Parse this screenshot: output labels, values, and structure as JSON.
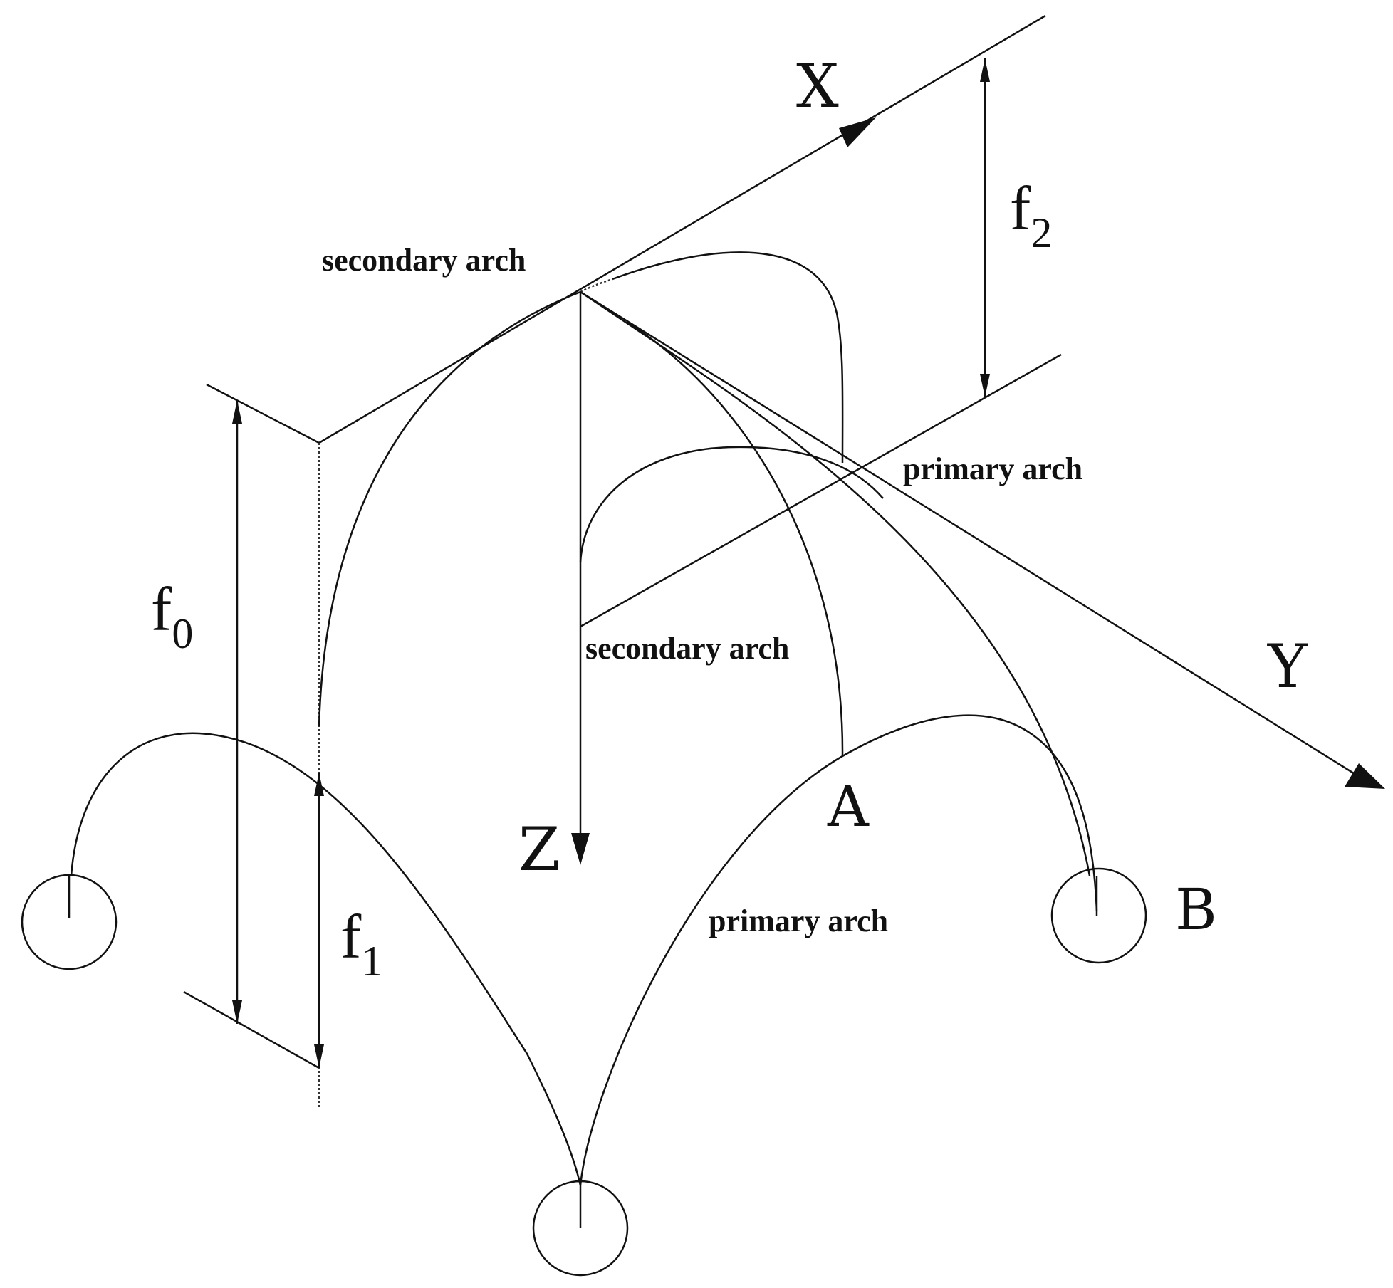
{
  "axes": {
    "x": "X",
    "y": "Y",
    "z": "Z"
  },
  "points": {
    "a": "A",
    "b": "B"
  },
  "labels": {
    "secondary_top": "secondary arch",
    "secondary_mid": "secondary arch",
    "primary_right": "primary arch",
    "primary_bottom": "primary arch"
  },
  "dimensions": {
    "f0": {
      "main": "f",
      "sub": "0"
    },
    "f1": {
      "main": "f",
      "sub": "1"
    },
    "f2": {
      "main": "f",
      "sub": "2"
    }
  }
}
